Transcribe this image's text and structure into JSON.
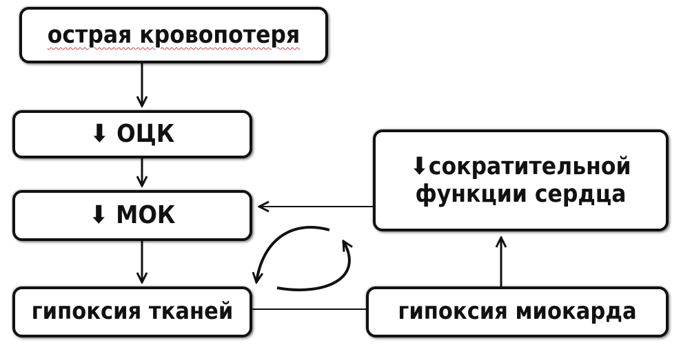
{
  "nodes": {
    "acute_blood_loss": "острая кровопотеря",
    "bcv": "⬇ ОЦК",
    "mcv": "⬇ МОК",
    "tissue_hypoxia": "гипоксия тканей",
    "contractility_line1": "⬇сократительной",
    "contractility_line2": "функции сердца",
    "myocardial_hypoxia": "гипоксия миокарда"
  },
  "colors": {
    "ink": "#111111",
    "background": "#ffffff",
    "spellcheck_underline": "#d23c3c"
  }
}
